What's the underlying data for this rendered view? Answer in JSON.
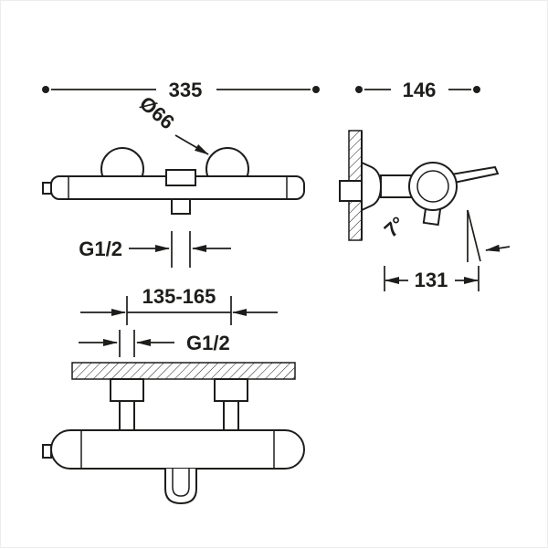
{
  "diagram": {
    "labels": {
      "total_width": "335",
      "total_depth": "146",
      "handle_diameter": "Ø66",
      "shower_outlet_thread": "G1/2",
      "spout_angle": "7°",
      "wall_projection": "131",
      "inlet_spacing": "135-165",
      "inlet_thread": "G1/2"
    },
    "colors": {
      "line": "#1d1d1b",
      "background": "#ffffff"
    }
  }
}
